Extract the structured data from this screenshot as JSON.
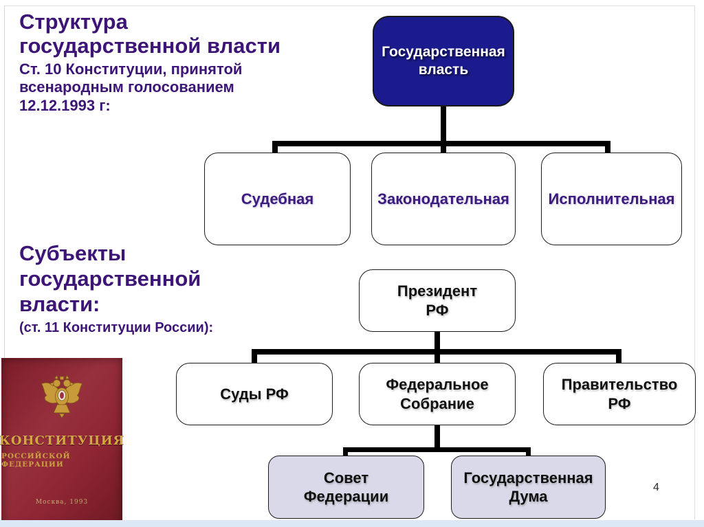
{
  "slide": {
    "page_number": "4",
    "title": "Структура\nгосударственной власти",
    "title_note": "Ст. 10 Конституции, принятой\nвсенародным голосованием\n12.12.1993 г:",
    "subjects_title": "Субъекты\nгосударственной\nвласти:",
    "subjects_note": "(ст. 11 Конституции России):"
  },
  "power_chart": {
    "root": {
      "label": "Государственная\nвласть"
    },
    "branches": [
      {
        "label": "Судебная"
      },
      {
        "label": "Законодательная"
      },
      {
        "label": "Исполнительная"
      }
    ]
  },
  "subjects_chart": {
    "root": {
      "label": "Президент\nРФ"
    },
    "branches": [
      {
        "label": "Суды РФ"
      },
      {
        "label": "Федеральное\nСобрание"
      },
      {
        "label": "Правительство\nРФ"
      }
    ],
    "assembly_branches": [
      {
        "label": "Совет\nФедерации"
      },
      {
        "label": "Государственная\nДума"
      }
    ]
  },
  "book": {
    "title": "КОНСТИТУЦИЯ",
    "subtitle": "РОССИЙСКОЙ ФЕДЕРАЦИИ",
    "imprint": "Москва, 1993"
  },
  "colors": {
    "accent_blue": "#1b1b8e",
    "heading_purple": "#3d1577",
    "branch_label_purple": "#3d1a7e",
    "lavender_box": "#d9d9e9",
    "book_red": "#8e2533",
    "book_gold": "#d2a744",
    "connector_black": "#000000",
    "footer_strip": "#dce8f5"
  }
}
